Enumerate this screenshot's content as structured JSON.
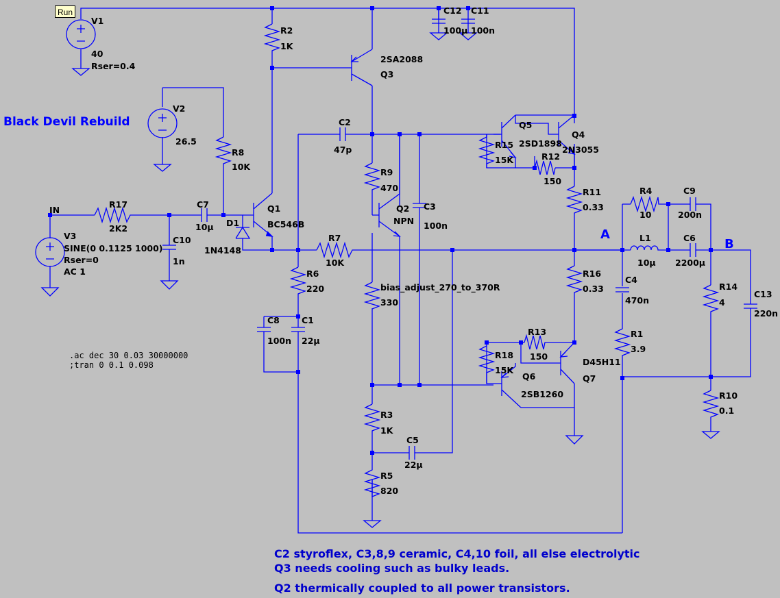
{
  "run_button": "Run",
  "title": "Black Devil Rebuild",
  "node_labels": {
    "A": "A",
    "B": "B",
    "IN": "IN"
  },
  "components": {
    "V1": {
      "name": "V1",
      "value": "40",
      "extra": "Rser=0.4"
    },
    "V2": {
      "name": "V2",
      "value": "26.5"
    },
    "V3": {
      "name": "V3",
      "value": "SINE(0 0.1125 1000)",
      "extra": "Rser=0",
      "extra2": "AC 1"
    },
    "R2": {
      "name": "R2",
      "value": "1K"
    },
    "R8": {
      "name": "R8",
      "value": "10K"
    },
    "R17": {
      "name": "R17",
      "value": "2K2"
    },
    "R9": {
      "name": "R9",
      "value": "470"
    },
    "R7": {
      "name": "R7",
      "value": "10K"
    },
    "R6": {
      "name": "R6",
      "value": "220"
    },
    "R15": {
      "name": "R15",
      "value": "15K"
    },
    "R12": {
      "name": "R12",
      "value": "150"
    },
    "R11": {
      "name": "R11",
      "value": "0.33"
    },
    "R16": {
      "name": "R16",
      "value": "0.33"
    },
    "R13": {
      "name": "R13",
      "value": "150"
    },
    "R18": {
      "name": "R18",
      "value": "15K"
    },
    "R3": {
      "name": "R3",
      "value": "1K"
    },
    "R5": {
      "name": "R5",
      "value": "820"
    },
    "R4": {
      "name": "R4",
      "value": "10"
    },
    "R14": {
      "name": "R14",
      "value": "4"
    },
    "R1": {
      "name": "R1",
      "value": "3.9"
    },
    "R10": {
      "name": "R10",
      "value": "0.1"
    },
    "Rbias": {
      "name": "bias_adjust_270_to_370R",
      "value": "330"
    },
    "C12": {
      "name": "C12",
      "value": "100µ"
    },
    "C11": {
      "name": "C11",
      "value": "100n"
    },
    "C2": {
      "name": "C2",
      "value": "47p"
    },
    "C7": {
      "name": "C7",
      "value": "10µ"
    },
    "C10": {
      "name": "C10",
      "value": "1n"
    },
    "C3": {
      "name": "C3",
      "value": "100n"
    },
    "C8": {
      "name": "C8",
      "value": "100n"
    },
    "C1": {
      "name": "C1",
      "value": "22µ"
    },
    "C5": {
      "name": "C5",
      "value": "22µ"
    },
    "C9": {
      "name": "C9",
      "value": "200n"
    },
    "C6": {
      "name": "C6",
      "value": "2200µ"
    },
    "C4": {
      "name": "C4",
      "value": "470n"
    },
    "C13": {
      "name": "C13",
      "value": "220n"
    },
    "L1": {
      "name": "L1",
      "value": "10µ"
    },
    "D1": {
      "name": "D1",
      "value": "1N4148"
    },
    "Q1": {
      "name": "Q1",
      "value": "BC546B"
    },
    "Q2": {
      "name": "Q2",
      "value": "NPN"
    },
    "Q3": {
      "name": "Q3",
      "value": "2SA2088"
    },
    "Q4": {
      "name": "Q4",
      "value": "2N3055"
    },
    "Q5": {
      "name": "Q5",
      "value": "2SD1898"
    },
    "Q6": {
      "name": "Q6",
      "value": "2SB1260"
    },
    "Q7": {
      "name": "Q7",
      "value": "D45H11"
    }
  },
  "directives": [
    ".ac dec 30 0.03 30000000",
    ";tran 0 0.1 0.098"
  ],
  "notes": [
    "C2 styroflex, C3,8,9 ceramic, C4,10 foil, all else electrolytic",
    "Q3 needs cooling such as bulky leads.",
    "Q2 thermically coupled to all power transistors."
  ]
}
